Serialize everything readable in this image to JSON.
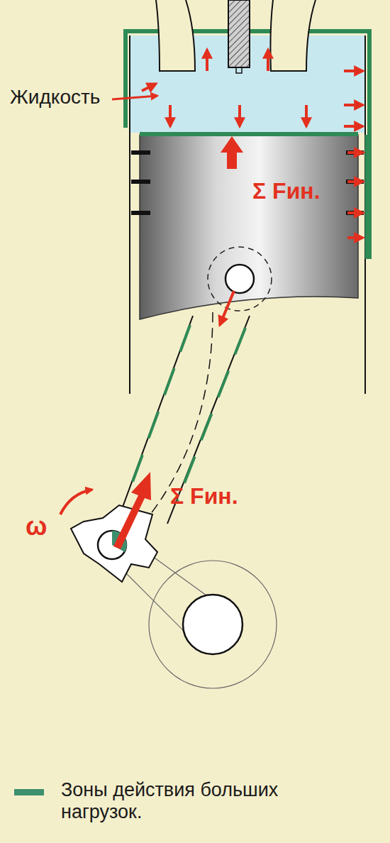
{
  "diagram": {
    "labels": [
      "Жидкость",
      "Σ Fин.",
      "Σ Fин.",
      "ω"
    ],
    "legend": [
      {
        "text": "Зоны действия больших нагрузок.",
        "color": "#3d8f6e"
      }
    ]
  }
}
